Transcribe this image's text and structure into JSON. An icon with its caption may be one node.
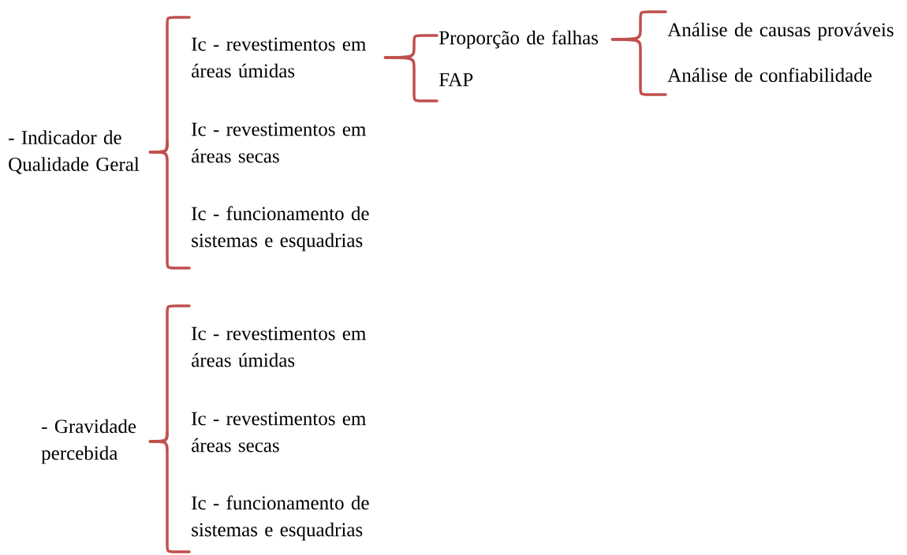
{
  "diagram": {
    "nodes": [
      {
        "text": [
          "- Indicador de Qualidade Geral"
        ]
      },
      {
        "text": [
          "Ic - revestimentos em áreas úmidas"
        ]
      },
      {
        "text": [
          "Ic - revestimentos em áreas secas"
        ]
      },
      {
        "text": [
          "Ic - funcionamento de sistemas e esquadrias"
        ]
      },
      {
        "text": [
          "Proporção de falhas"
        ]
      },
      {
        "text": [
          "FAP"
        ]
      },
      {
        "text": [
          "Análise de causas prováveis"
        ]
      },
      {
        "text": [
          "Análise de confiabilidade"
        ]
      },
      {
        "text": [
          "- Gravidade percebida"
        ]
      },
      {
        "text": [
          "Ic - revestimentos em áreas úmidas"
        ]
      },
      {
        "text": [
          "Ic - revestimentos em áreas secas"
        ]
      },
      {
        "text": [
          "Ic - funcionamento de sistemas e esquadrias"
        ]
      }
    ],
    "edges": [
      {
        "from": 0,
        "to": 1,
        "arrow": "none",
        "color": "#c0504d"
      },
      {
        "from": 0,
        "to": 2,
        "arrow": "none",
        "color": "#c0504d"
      },
      {
        "from": 0,
        "to": 3,
        "arrow": "none",
        "color": "#c0504d"
      },
      {
        "from": 1,
        "to": 4,
        "arrow": "none",
        "color": "#c0504d"
      },
      {
        "from": 1,
        "to": 5,
        "arrow": "none",
        "color": "#c0504d"
      },
      {
        "from": 4,
        "to": 6,
        "arrow": "none",
        "color": "#c0504d"
      },
      {
        "from": 4,
        "to": 7,
        "arrow": "none",
        "color": "#c0504d"
      },
      {
        "from": 8,
        "to": 9,
        "arrow": "none",
        "color": "#c0504d"
      },
      {
        "from": 8,
        "to": 10,
        "arrow": "none",
        "color": "#c0504d"
      },
      {
        "from": 8,
        "to": 11,
        "arrow": "none",
        "color": "#c0504d"
      }
    ]
  }
}
